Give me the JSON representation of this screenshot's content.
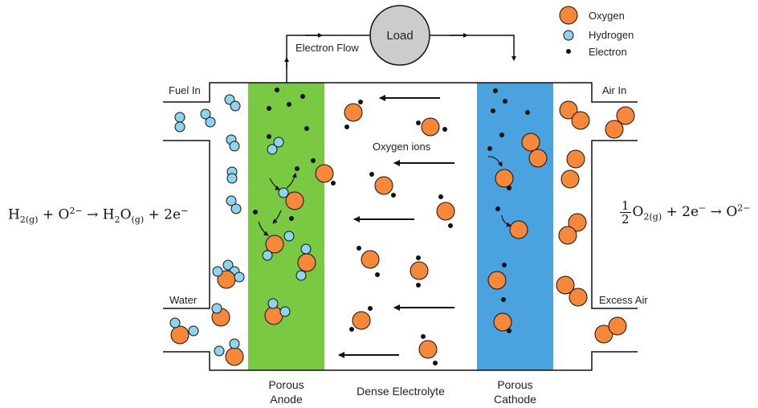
{
  "diagram": {
    "load_label": "Load",
    "electron_flow_label": "Electron Flow",
    "legend": {
      "oxygen": "Oxygen",
      "hydrogen": "Hydrogen",
      "electron": "Electron"
    },
    "ports": {
      "fuel_in": "Fuel In",
      "water": "Water",
      "air_in": "Air In",
      "excess_air": "Excess Air"
    },
    "oxygen_ions_label": "Oxygen ions",
    "layers": {
      "anode_line1": "Porous",
      "anode_line2": "Anode",
      "electrolyte": "Dense Electrolyte",
      "cathode_line1": "Porous",
      "cathode_line2": "Cathode"
    },
    "colors": {
      "anode": "#7ac943",
      "cathode": "#4aa3df",
      "oxygen": "#f7883a",
      "hydrogen": "#8fd4ef",
      "electron": "#111111",
      "load": "#cccccc"
    },
    "equations": {
      "anode": {
        "h": "H",
        "h_sub": "2(g)",
        "o_plus": " + O",
        "o_sup": "2−",
        "arrow": " → H",
        "h2o_sub": "2",
        "o2": "O",
        "o2_sub": "(g)",
        "tail": " + 2e",
        "tail_sup": "−"
      },
      "cathode": {
        "num": "1",
        "den": "2",
        "o": "O",
        "o_sub": "2(g)",
        "mid": " + 2e",
        "mid_sup": "−",
        "arrow": " → O",
        "arrow_sup": "2−"
      }
    }
  }
}
